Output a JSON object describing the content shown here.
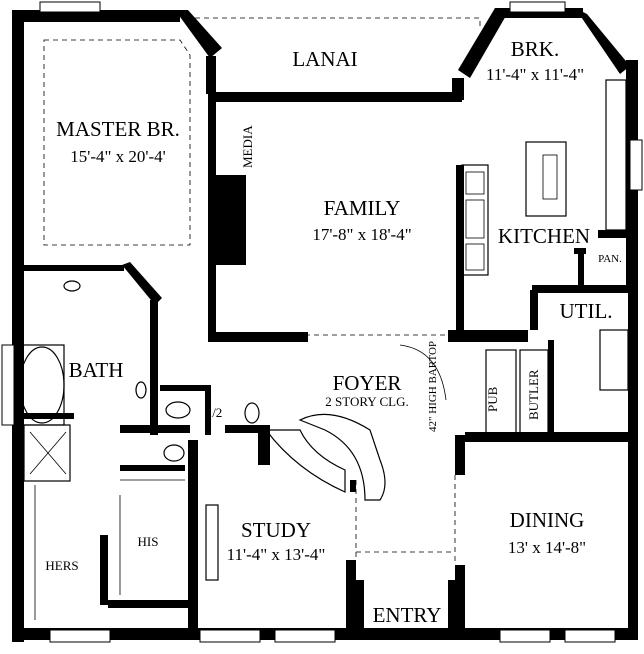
{
  "rooms": {
    "lanai": "LANAI",
    "brk": {
      "name": "BRK.",
      "size": "11'-4\" x 11'-4\""
    },
    "master": {
      "name": "MASTER BR.",
      "size": "15'-4\" x 20'-4'"
    },
    "media": "MEDIA",
    "family": {
      "name": "FAMILY",
      "size": "17'-8\" x 18'-4\""
    },
    "kitchen": "KITCHEN",
    "pan": "PAN.",
    "util": "UTIL.",
    "bath": "BATH",
    "foyer": {
      "name": "FOYER",
      "note": "2 STORY CLG."
    },
    "half_bath": "1/2",
    "high_bartop": "42\" HIGH BARTOP",
    "pub": "PUB",
    "butler": "BUTLER",
    "study": {
      "name": "STUDY",
      "size": "11'-4\" x 13'-4\""
    },
    "dining": {
      "name": "DINING",
      "size": "13' x 14'-8\""
    },
    "hers": "HERS",
    "his": "HIS",
    "entry": "ENTRY"
  }
}
